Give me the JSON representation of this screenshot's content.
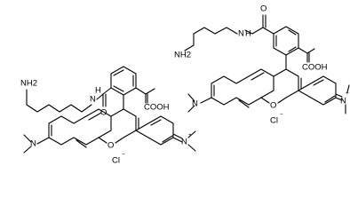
{
  "molecules": [
    {
      "amine": "NH2",
      "amide_nh": "H",
      "amide_n": "N",
      "carbonyl_o": "O",
      "acid": "COOH",
      "ring_o": "O",
      "amine_left": "N",
      "iminium": "N",
      "iminium_charge": "+",
      "counterion": "Cl",
      "counterion_charge": "−"
    },
    {
      "amine": "NH2",
      "amide_nh": "H",
      "amide_n": "N",
      "carbonyl_o": "O",
      "acid": "COOH",
      "ring_o": "O",
      "amine_left": "N",
      "iminium": "N",
      "iminium_charge": "+",
      "counterion": "Cl",
      "counterion_charge": "−"
    }
  ]
}
